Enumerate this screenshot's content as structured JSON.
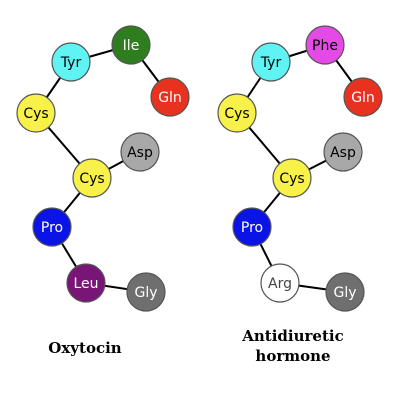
{
  "molecules": [
    {
      "name": "Oxytocin",
      "caption_lines": [
        "Oxytocin"
      ],
      "residues": [
        {
          "label": "Tyr",
          "color": "#5ff3f3",
          "text_color": "#000000"
        },
        {
          "label": "Ile",
          "color": "#2e7d1f",
          "text_color": "#ffffff"
        },
        {
          "label": "Cys",
          "color": "#f7f14a",
          "text_color": "#000000"
        },
        {
          "label": "Gln",
          "color": "#e8321f",
          "text_color": "#ffffff"
        },
        {
          "label": "Asp",
          "color": "#a8a8a8",
          "text_color": "#000000"
        },
        {
          "label": "Cys",
          "color": "#f7f14a",
          "text_color": "#000000"
        },
        {
          "label": "Pro",
          "color": "#0a14e6",
          "text_color": "#ffffff"
        },
        {
          "label": "Leu",
          "color": "#7a1578",
          "text_color": "#ffffff"
        },
        {
          "label": "Gly",
          "color": "#6f6f6f",
          "text_color": "#ffffff"
        }
      ]
    },
    {
      "name": "Antidiuretic hormone",
      "caption_lines": [
        "Antidiuretic",
        "hormone"
      ],
      "residues": [
        {
          "label": "Tyr",
          "color": "#5ff3f3",
          "text_color": "#000000"
        },
        {
          "label": "Phe",
          "color": "#e64ae6",
          "text_color": "#000000"
        },
        {
          "label": "Cys",
          "color": "#f7f14a",
          "text_color": "#000000"
        },
        {
          "label": "Gln",
          "color": "#e8321f",
          "text_color": "#ffffff"
        },
        {
          "label": "Asp",
          "color": "#a8a8a8",
          "text_color": "#000000"
        },
        {
          "label": "Cys",
          "color": "#f7f14a",
          "text_color": "#000000"
        },
        {
          "label": "Pro",
          "color": "#0a14e6",
          "text_color": "#ffffff"
        },
        {
          "label": "Arg",
          "color": "#ffffff",
          "text_color": "#444444"
        },
        {
          "label": "Gly",
          "color": "#6f6f6f",
          "text_color": "#ffffff"
        }
      ]
    }
  ]
}
